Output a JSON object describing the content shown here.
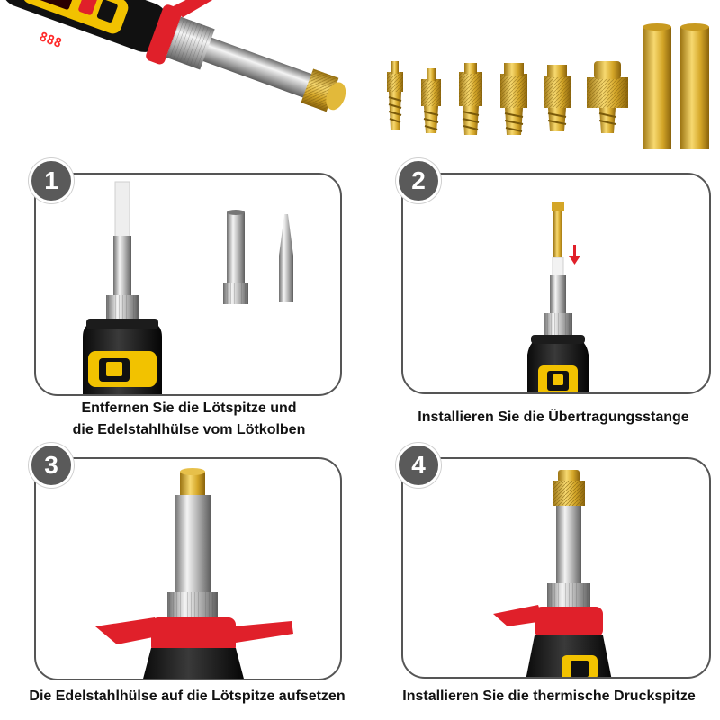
{
  "steps": [
    {
      "number": "1",
      "caption_line1": "Entfernen Sie die Lötspitze und",
      "caption_line2": "die Edelstahlhülse vom Lötkolben"
    },
    {
      "number": "2",
      "caption": "Installieren Sie die Übertragungsstange"
    },
    {
      "number": "3",
      "caption": "Die Edelstahlhülse auf die Lötspitze aufsetzen"
    },
    {
      "number": "4",
      "caption": "Installieren Sie die thermische Druckspitze"
    }
  ],
  "display_reading": "888",
  "colors": {
    "brass": "#d9b23a",
    "handle_red": "#e0202a",
    "handle_yellow": "#f2c200",
    "steel": "#c8c8c8"
  }
}
